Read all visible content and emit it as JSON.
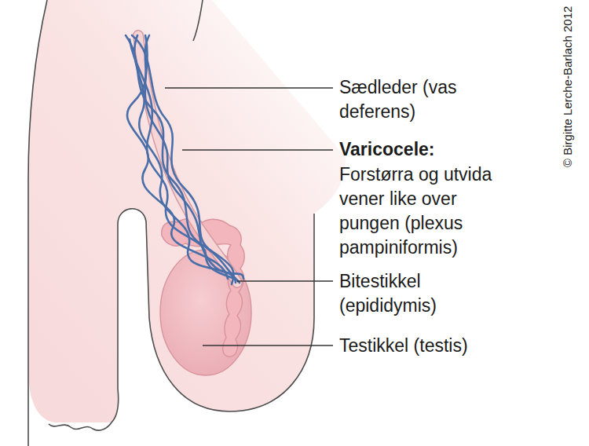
{
  "diagram": {
    "labels": [
      "Sædleder (vas deferens)",
      "Varicocele:",
      "Forstørra og utvida vener like over pungen (plexus pampiniformis)",
      "Bitestikkel (epididymis)",
      "Testikkel (testis)",
      "© Birgitte Lerche-Barlach 2012"
    ]
  }
}
